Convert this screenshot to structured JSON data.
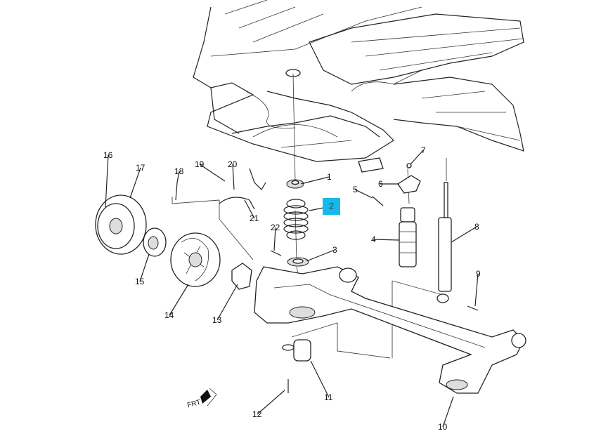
{
  "diagram": {
    "title": "Rear suspension exploded view",
    "callouts": [
      "1",
      "2",
      "3",
      "4",
      "5",
      "6",
      "7",
      "8",
      "9",
      "10",
      "11",
      "12",
      "13",
      "14",
      "15",
      "16",
      "17",
      "18",
      "19",
      "20",
      "21",
      "22"
    ],
    "highlighted_callout": "2",
    "highlight_color": "#1ab8e8",
    "front_indicator": "FRT"
  }
}
